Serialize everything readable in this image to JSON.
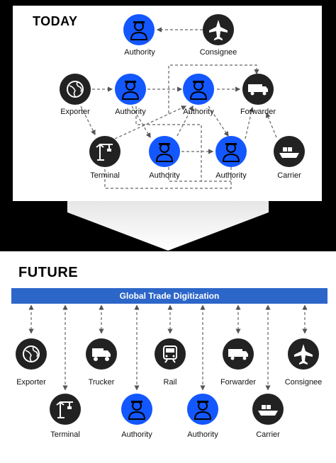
{
  "today": {
    "title": "TODAY",
    "labels": {
      "authority_top": "Authority",
      "consignee": "Consignee",
      "exporter": "Exporter",
      "authority_mid1": "Authority",
      "authority_mid2": "Authority",
      "forwarder": "Forwarder",
      "terminal": "Terminal",
      "authority_low1": "Authority",
      "authority_low2": "Authority",
      "carrier": "Carrier"
    }
  },
  "future": {
    "title": "FUTURE",
    "bar_label": "Global Trade Digitization",
    "labels": {
      "exporter": "Exporter",
      "trucker": "Trucker",
      "rail": "Rail",
      "forwarder": "Forwarder",
      "consignee": "Consignee",
      "terminal": "Terminal",
      "authority1": "Authority",
      "authority2": "Authority",
      "carrier": "Carrier"
    }
  },
  "colors": {
    "authority_blue": "#1357ff",
    "dark_node": "#222222",
    "bar_blue": "#2c66c9"
  }
}
